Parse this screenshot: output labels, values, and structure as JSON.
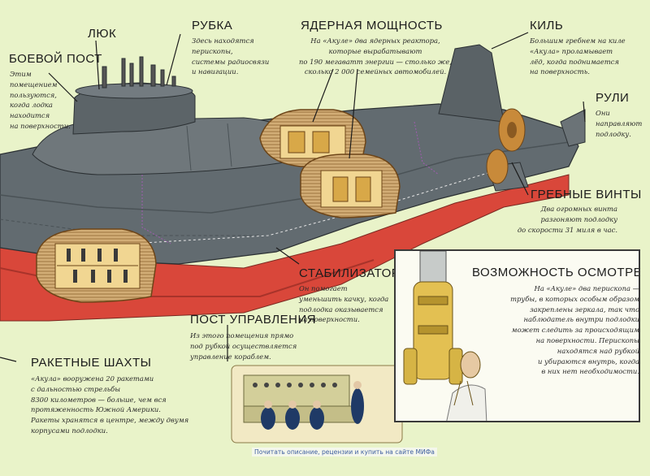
{
  "labels": {
    "hatch": {
      "title": "ЛЮК"
    },
    "combat_post": {
      "title": "БОЕВОЙ ПОСТ",
      "lines": [
        "Этим",
        "помещением",
        "пользуются,",
        "когда лодка",
        "находится",
        "на поверхности."
      ]
    },
    "sail": {
      "title": "РУБКА",
      "lines": [
        "Здесь находятся",
        "перископы,",
        "системы радиосвязи",
        "и навигации."
      ]
    },
    "nuclear": {
      "title": "ЯДЕРНАЯ МОЩНОСТЬ",
      "lines": [
        "На «Акуле» два ядерных реактора,",
        "которые вырабатывают",
        "по 190 мегаватт энергии — столько же,",
        "сколько 2 000 семейных автомобилей."
      ]
    },
    "keel": {
      "title": "КИЛЬ",
      "lines": [
        "Большим гребнем на киле",
        "«Акула» проламывает",
        "лёд, когда поднимается",
        "на поверхность."
      ]
    },
    "rudders": {
      "title": "РУЛИ",
      "lines": [
        "Они",
        "направляют",
        "подлодку."
      ]
    },
    "propellers": {
      "title": "ГРЕБНЫЕ ВИНТЫ",
      "lines": [
        "Два огромных винта",
        "разгоняют подлодку",
        "до скорости 31 миля в час."
      ]
    },
    "stabilizer": {
      "title": "СТАБИЛИЗАТОР",
      "lines": [
        "Он помогает",
        "уменьшить качку, когда",
        "подлодка оказывается",
        "на поверхности."
      ]
    },
    "control": {
      "title": "ПОСТ УПРАВЛЕНИЯ",
      "lines": [
        "Из этого помещения прямо",
        "под рубкой осуществляется",
        "управление кораблем."
      ]
    },
    "missiles": {
      "title": "РАКЕТНЫЕ ШАХТЫ",
      "lines": [
        "«Акула» вооружена 20 ракетами",
        "с дальностью стрельбы",
        "8300 километров — больше, чем вся",
        "протяженность Южной Америки.",
        "Ракеты хранятся в центре, между двумя",
        "корпусами подлодки."
      ]
    },
    "periscope": {
      "title": "ВОЗМОЖНОСТЬ ОСМОТРЕТЬСЯ",
      "lines": [
        "На «Акуле» два перископа —",
        "трубы, в которых особым образом",
        "закреплены зеркала, так что",
        "наблюдатель внутри подлодки",
        "может следить за происходящим",
        "на поверхности. Перископы",
        "находятся над рубкой",
        "и убираются внутрь, когда",
        "в них нет необходимости."
      ]
    }
  },
  "footer": {
    "link_text": "Почитать описание, рецензии и купить на сайте МИФа"
  },
  "colors": {
    "hull": "#626b70",
    "hull_dark": "#3d4448",
    "red_hull": "#d9473a",
    "wood": "#c9a26a",
    "background": "#e9f3c9",
    "yellow": "#e3c052"
  }
}
